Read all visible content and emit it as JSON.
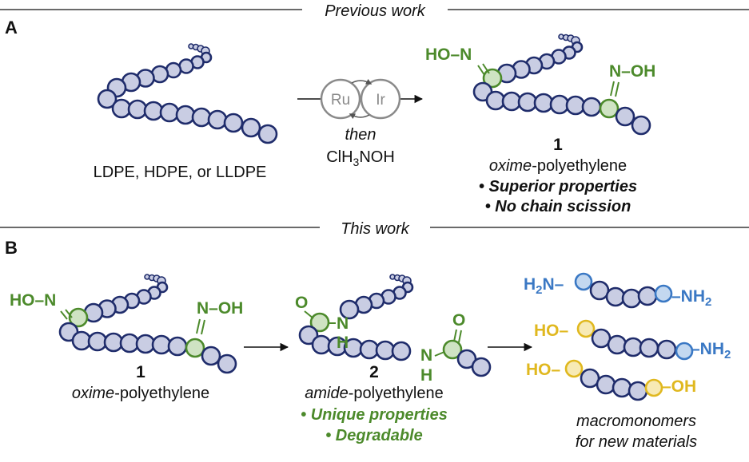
{
  "colors": {
    "bead_fill": "#c9cde3",
    "bead_stroke": "#1f2c6b",
    "green": "#4c8a2b",
    "green_fill": "#cfe3c3",
    "blue": "#3a78c4",
    "blue_fill": "#c3d8f0",
    "yellow": "#e0b81f",
    "yellow_fill": "#f7eab5",
    "catalyst": "#8a8a8a",
    "text": "#111111"
  },
  "section_a": {
    "letter": "A",
    "header": "Previous work",
    "left_label": "LDPE, HDPE, or LLDPE",
    "catalyst_1": "Ru",
    "catalyst_2": "Ir",
    "cond_then": "then",
    "cond_reagent": "ClH",
    "cond_sub": "3",
    "cond_reagent_tail": "NOH",
    "oxime_left": "HO–N",
    "oxime_right": "N–OH",
    "product_number": "1",
    "product_italic": "oxime",
    "product_rest": "-polyethylene",
    "bullet_1": "• Superior properties",
    "bullet_2": "• No chain scission"
  },
  "section_b": {
    "letter": "B",
    "header": "This work",
    "oxime_left": "HO–N",
    "oxime_right": "N–OH",
    "oxime_number": "1",
    "oxime_italic": "oxime",
    "oxime_rest": "-polyethylene",
    "amide_O": "O",
    "amide_N": "N",
    "amide_H": "H",
    "amide_number": "2",
    "amide_italic": "amide",
    "amide_rest": "-polyethylene",
    "amide_bullet_1": "• Unique properties",
    "amide_bullet_2": "• Degradable",
    "m1_left": "H",
    "m1_left_sub": "2",
    "m1_left_tail": "N–",
    "m1_right": "–NH",
    "m1_right_sub": "2",
    "m2_left": "HO–",
    "m2_right": "–NH",
    "m2_right_sub": "2",
    "m3_left": "HO–",
    "m3_right": "–OH",
    "macro_line_1": "macromonomers",
    "macro_line_2": "for new materials"
  }
}
